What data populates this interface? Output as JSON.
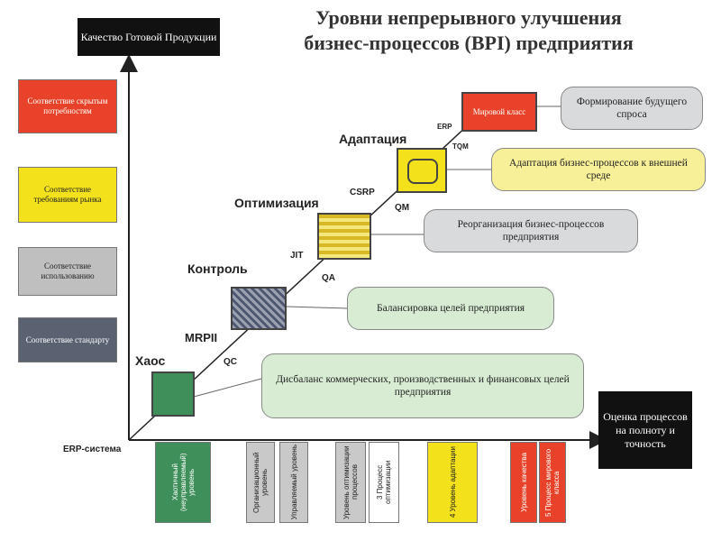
{
  "title": {
    "line1": "Уровни непрерывного улучшения",
    "line2": "бизнес-процессов (BPI) предприятия"
  },
  "y_axis_label": "Качество Готовой Продукции",
  "x_axis_label": "Оценка процессов на полноту и точность",
  "erp_label": "ERP-система",
  "y_levels": [
    {
      "text": "Соответствие скрытым потребностям",
      "color": "#e8432a"
    },
    {
      "text": "Соответствие требованиям рынка",
      "color": "#f2e11b"
    },
    {
      "text": "Соответствие использованию",
      "color": "#bfbfbf"
    },
    {
      "text": "Соответствие стандарту",
      "color": "#5a6272"
    }
  ],
  "stages": [
    {
      "name": "Хаос"
    },
    {
      "name": "Контроль"
    },
    {
      "name": "Оптимизация"
    },
    {
      "name": "Адаптация"
    },
    {
      "name": "Мировой класс"
    }
  ],
  "methods": {
    "qc": "QC",
    "mrpii": "MRPII",
    "qa": "QA",
    "jit": "JIT",
    "csrp": "CSRP",
    "qm": "QM",
    "tqm": "TQM",
    "erp": "ERP"
  },
  "callouts": [
    "Дисбаланс коммерческих, производственных и финансовых целей предприятия",
    "Балансировка целей предприятия",
    "Реорганизация бизнес-процессов предприятия",
    "Адаптация бизнес-процессов к внешней среде",
    "Формирование будущего спроса"
  ],
  "bottom_bars": [
    {
      "text": "Хаотичный (неуправляемый) уровень",
      "color": "#3e8f5a"
    },
    {
      "text": "Организационный уровень",
      "color": "#c9c9c9"
    },
    {
      "text": "Управляемый уровень",
      "color": "#c9c9c9"
    },
    {
      "text": "Уровень оптимизации процессов",
      "color": "#c9c9c9"
    },
    {
      "text": "3 Процесс оптимизации",
      "color": "#ffffff"
    },
    {
      "text": "4 Уровень адаптации",
      "color": "#f2e11b"
    },
    {
      "text": "Уровень качества",
      "color": "#e8432a"
    },
    {
      "text": "5 Процесс мирового класса",
      "color": "#e8432a"
    }
  ]
}
